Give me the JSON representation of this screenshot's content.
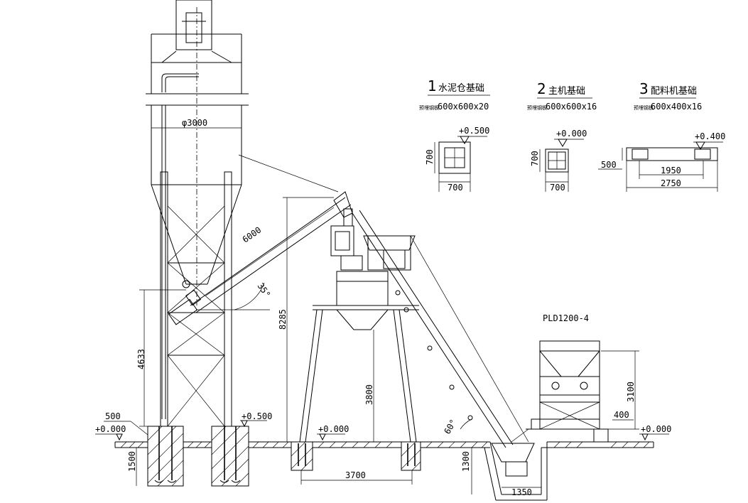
{
  "foundations": [
    {
      "num": "1",
      "name": "水泥仓基础",
      "spec_prefix": "预埋钢板",
      "spec": "600x600x20",
      "elevation": "+0.500",
      "width": "700",
      "height": "700"
    },
    {
      "num": "2",
      "name": "主机基础",
      "spec_prefix": "预埋钢板",
      "spec": "600x600x16",
      "elevation": "+0.000",
      "width": "700",
      "height": "700"
    },
    {
      "num": "3",
      "name": "配料机基础",
      "spec_prefix": "预埋钢板",
      "spec": "600x400x16",
      "elevation": "+0.400",
      "inner_width": "1950",
      "outer_width": "2750",
      "height": "500"
    }
  ],
  "silo": {
    "diameter": "φ3000",
    "height": "4633",
    "base_width": "500",
    "left_elevation": "+0.000",
    "right_elevation": "+0.500",
    "pit_depth": "1500"
  },
  "screw_conveyor": {
    "length": "6000",
    "angle": "35°"
  },
  "mixer": {
    "total_height": "8285",
    "leg_height": "3800",
    "base_span": "3700",
    "ground_elevation": "+0.000"
  },
  "skip_hoist": {
    "angle": "60°",
    "pit_depth": "1300",
    "pit_width": "1350"
  },
  "batcher": {
    "model": "PLD1200-4",
    "height": "3100",
    "base_height": "400",
    "ground_elevation": "+0.000"
  }
}
